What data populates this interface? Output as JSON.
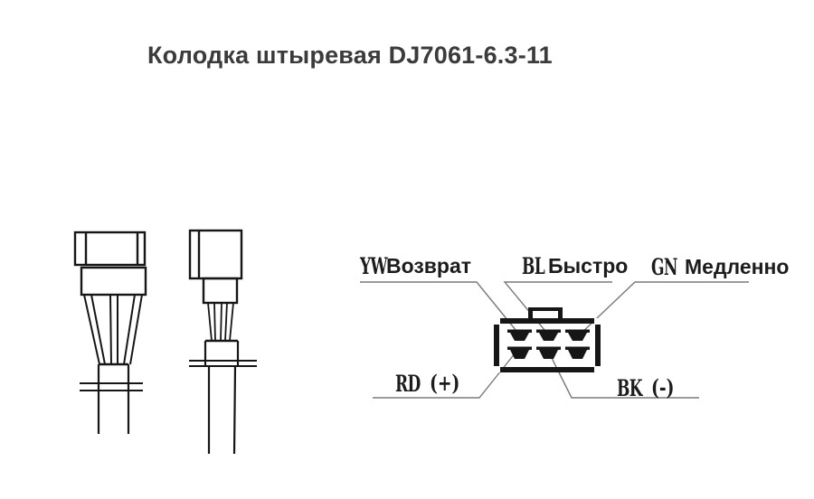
{
  "title": "Колодка штыревая DJ7061-6.3-11",
  "colors": {
    "ink": "#161616",
    "leader_line": "#7a7a7a",
    "title_text": "#3b3b3b",
    "background": "#ffffff"
  },
  "pinout": {
    "top_labels": [
      {
        "code": "YW",
        "name": "Возврат"
      },
      {
        "code": "BL",
        "name": "Быстро"
      },
      {
        "code": "GN",
        "name": "Медленно"
      }
    ],
    "bottom_labels": [
      {
        "code": "RD",
        "name": "(+)"
      },
      {
        "code": "BK",
        "name": "(-)"
      }
    ]
  }
}
